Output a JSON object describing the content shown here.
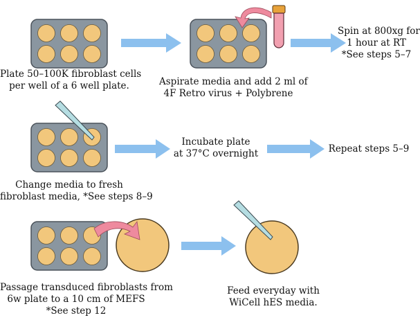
{
  "steps": {
    "plate_cells": [
      "Plate 50–100K fibroblast cells",
      "per well of a 6 well plate."
    ],
    "aspirate": [
      "Aspirate media and add 2 ml of",
      "4F Retro virus + Polybrene"
    ],
    "spin": [
      "Spin at 800xg for",
      "1 hour at RT",
      "*See steps 5–7"
    ],
    "change_media": [
      "Change media to fresh",
      "fibroblast media, *See steps 8–9"
    ],
    "incubate": [
      "Incubate plate",
      "at 37°C overnight"
    ],
    "repeat": [
      "Repeat steps 5–9"
    ],
    "passage": [
      "Passage transduced fibroblasts from",
      "6w plate to a 10 cm of MEFS",
      "*See step 12"
    ],
    "feed": [
      "Feed everyday with",
      "WiCell hES media."
    ]
  },
  "colors": {
    "arrow": "#8cc0ee",
    "plate": "#8a96a0",
    "plate_edge": "#4a525a",
    "well": "#f2c77c",
    "dish_fill": "#f2c77c",
    "pink_arrow": "#ee8a9e",
    "tube": "#f2a0b0",
    "tube_cap": "#e8a23a",
    "pipette": "#b5dde2"
  },
  "icons": [
    "six-well-plate-icon",
    "culture-tube-icon",
    "pink-curved-arrow-icon",
    "pipette-icon",
    "culture-dish-icon",
    "flow-arrow-icon"
  ]
}
